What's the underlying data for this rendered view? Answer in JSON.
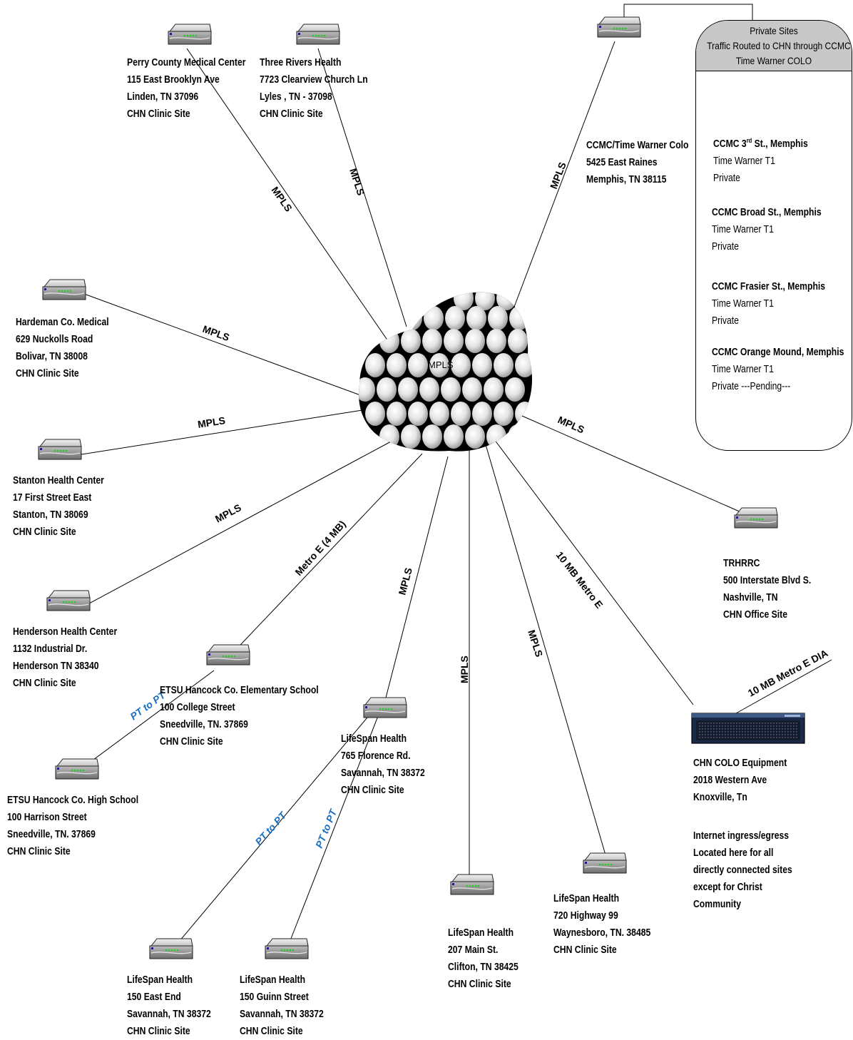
{
  "cloud_label": "MPLS",
  "link_labels": {
    "perry": "MPLS",
    "three_rivers": "MPLS",
    "ccmc": "MPLS",
    "hardeman": "MPLS",
    "stanton": "MPLS",
    "henderson": "MPLS",
    "etsu_elem": "Metro E (4 MB)",
    "lifespan_765": "MPLS",
    "lifespan_clifton": "MPLS",
    "lifespan_waynesboro": "MPLS",
    "colo": "10 MB Metro E",
    "trhrrc": "MPLS",
    "dia": "10 MB Metro E DIA",
    "etsu_pt": "PT to PT",
    "lifespan_east_pt": "PT to PT",
    "lifespan_guinn_pt": "PT to PT"
  },
  "sites": {
    "perry": [
      "Perry County Medical Center",
      "115 East Brooklyn Ave",
      "Linden, TN 37096",
      "CHN Clinic Site"
    ],
    "three_rivers": [
      "Three Rivers Health",
      "7723 Clearview Church Ln",
      "Lyles , TN - 37098",
      "CHN Clinic Site"
    ],
    "ccmc": [
      "CCMC/Time Warner Colo",
      "5425 East Raines",
      "Memphis, TN  38115"
    ],
    "hardeman": [
      "Hardeman Co. Medical",
      "629 Nuckolls Road",
      "Bolivar, TN 38008",
      "CHN Clinic Site"
    ],
    "stanton": [
      "Stanton Health Center",
      "17 First Street East",
      "Stanton, TN  38069",
      "CHN Clinic Site"
    ],
    "henderson": [
      "Henderson Health Center",
      "1132 Industrial Dr.",
      "Henderson TN 38340",
      "CHN Clinic Site"
    ],
    "etsu_elem": [
      "ETSU Hancock Co. Elementary School",
      "100 College Street",
      "Sneedville, TN.  37869",
      "CHN Clinic Site"
    ],
    "etsu_high": [
      "ETSU Hancock Co. High School",
      "100 Harrison Street",
      "Sneedville, TN.  37869",
      "CHN Clinic Site"
    ],
    "lifespan_765": [
      "LifeSpan Health",
      "765 Florence Rd.",
      "Savannah, TN 38372",
      "CHN Clinic Site"
    ],
    "lifespan_east": [
      "LifeSpan Health",
      "150 East End",
      "Savannah, TN 38372",
      "CHN Clinic Site"
    ],
    "lifespan_guinn": [
      "LifeSpan Health",
      "150 Guinn Street",
      "Savannah, TN 38372",
      "CHN Clinic Site"
    ],
    "lifespan_clifton": [
      "LifeSpan Health",
      "207 Main St.",
      "Clifton, TN 38425",
      "CHN Clinic Site"
    ],
    "lifespan_waynesboro": [
      "LifeSpan Health",
      "720 Highway 99",
      "Waynesboro, TN.  38485",
      "CHN Clinic Site"
    ],
    "trhrrc": [
      "TRHRRC",
      "500 Interstate Blvd S.",
      "Nashville, TN",
      "CHN Office Site"
    ],
    "colo": [
      "CHN COLO Equipment",
      "2018 Western Ave",
      "Knoxville, Tn"
    ],
    "colo_note": [
      "Internet ingress/egress",
      "Located here for all",
      "directly connected sites",
      "except for Christ",
      "Community"
    ]
  },
  "private_sites": {
    "header": [
      "Private Sites",
      "Traffic Routed to CHN through CCMC",
      "Time Warner COLO"
    ],
    "sites": [
      {
        "name_pre": "CCMC 3",
        "name_sup": "rd",
        "name_post": " St., Memphis",
        "line2": "Time Warner T1",
        "line3": "Private"
      },
      {
        "name": "CCMC Broad St., Memphis",
        "line2": "Time Warner T1",
        "line3": "Private"
      },
      {
        "name": "CCMC Frasier St., Memphis",
        "line2": "Time Warner T1",
        "line3": "Private"
      },
      {
        "name": "CCMC Orange Mound, Memphis",
        "line2": "Time Warner T1",
        "line3": "Private   ---Pending---"
      }
    ]
  },
  "icons": {
    "router": "router-icon",
    "cloud": "mpls-cloud-icon",
    "colo": "rack-server-icon"
  },
  "colors": {
    "pt_label": "#1a6fc4",
    "header_fill": "#c8c8c8",
    "router_led": "#22cc22"
  }
}
